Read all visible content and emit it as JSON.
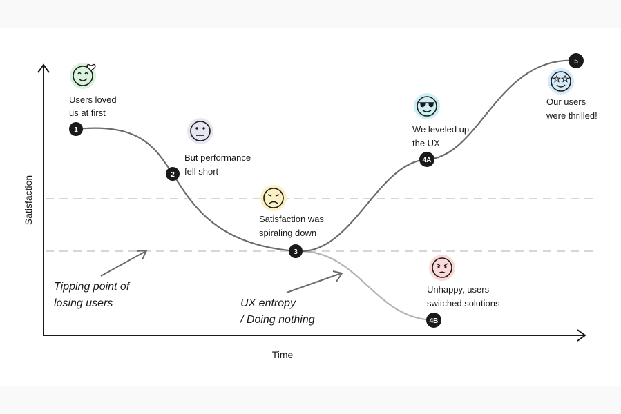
{
  "axes": {
    "x_label": "Time",
    "y_label": "Satisfaction"
  },
  "milestones": [
    {
      "id": "1",
      "text": [
        "Users loved",
        "us at first"
      ],
      "emoji": "heart-eyes-smile-icon",
      "color": "#d9f2dd"
    },
    {
      "id": "2",
      "text": [
        "But performance",
        "fell short"
      ],
      "emoji": "neutral-face-icon",
      "color": "#e6e6f0"
    },
    {
      "id": "3",
      "text": [
        "Satisfaction was",
        "spiraling down"
      ],
      "emoji": "worried-face-icon",
      "color": "#fbefc4"
    },
    {
      "id": "4A",
      "text": [
        "We leveled up",
        "the UX"
      ],
      "emoji": "sunglasses-face-icon",
      "color": "#cdeff3"
    },
    {
      "id": "4B",
      "text": [
        "Unhappy, users",
        "switched solutions"
      ],
      "emoji": "angry-face-icon",
      "color": "#fbd9d9"
    },
    {
      "id": "5",
      "text": [
        "Our users",
        "were thrilled!"
      ],
      "emoji": "star-eyes-face-icon",
      "color": "#d5e9f7"
    }
  ],
  "annotations": {
    "tipping_point": [
      "Tipping point of",
      "losing users"
    ],
    "ux_entropy": [
      "UX entropy",
      "/ Doing nothing"
    ]
  },
  "colors": {
    "main_curve": "#6b6b6b",
    "decline_curve": "#b4b4b4",
    "threshold_line": "#d6d6d6",
    "badge": "#1a1a1a"
  }
}
